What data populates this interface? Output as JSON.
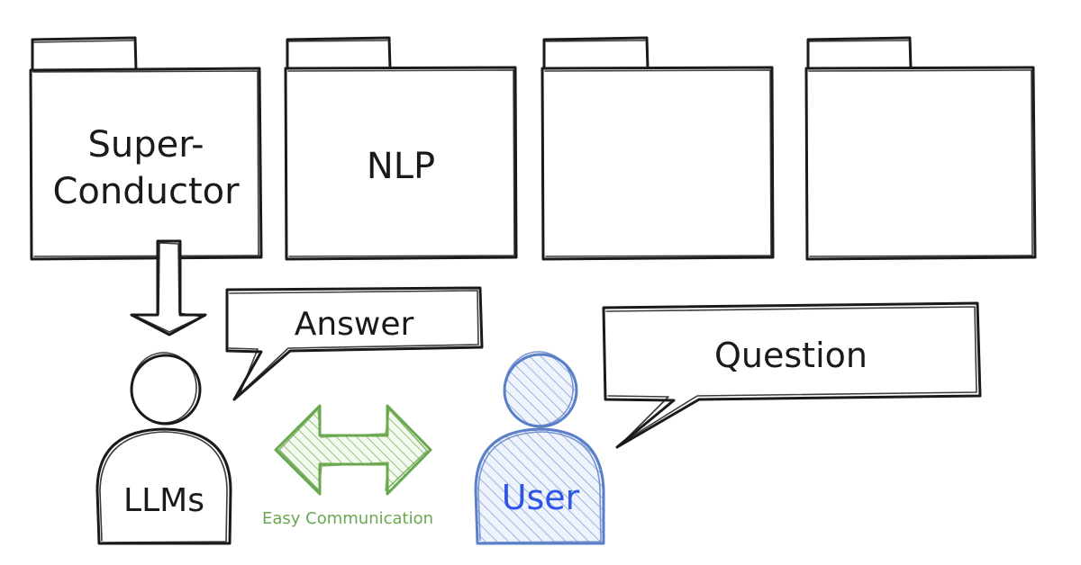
{
  "folders": [
    {
      "line1": "Super-",
      "line2": "Conductor"
    },
    {
      "label": "NLP"
    },
    {
      "label": ""
    },
    {
      "label": ""
    }
  ],
  "bubbles": {
    "answer": "Answer",
    "question": "Question"
  },
  "actors": {
    "llm": "LLMs",
    "user": "User"
  },
  "link": {
    "caption": "Easy Communication"
  },
  "colors": {
    "ink": "#1a1a1a",
    "user_blue": "#5b7fc7",
    "user_text": "#2f55e8",
    "green": "#6aa84f",
    "background": "#ffffff"
  }
}
